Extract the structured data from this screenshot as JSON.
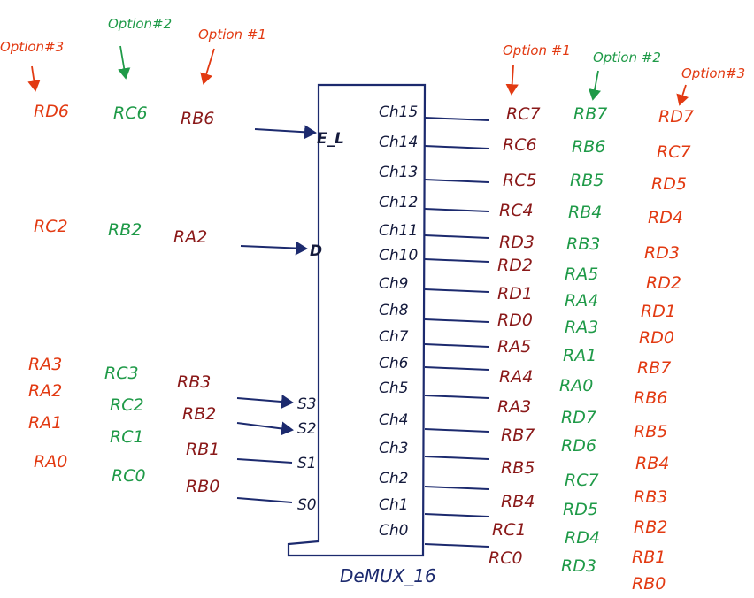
{
  "block": {
    "title": "DeMUX_16",
    "inputs": {
      "enable": "E_L",
      "data": "D",
      "selects": [
        "S3",
        "S2",
        "S1",
        "S0"
      ]
    },
    "channels": [
      "Ch15",
      "Ch14",
      "Ch13",
      "Ch12",
      "Ch11",
      "Ch10",
      "Ch9",
      "Ch8",
      "Ch7",
      "Ch6",
      "Ch5",
      "Ch4",
      "Ch3",
      "Ch2",
      "Ch1",
      "Ch0"
    ]
  },
  "left_headers": [
    "Option#3",
    "Option#2",
    "Option #1"
  ],
  "left_options": {
    "option3": {
      "enable": "RD6",
      "data": "RC2",
      "selects": [
        "RA3",
        "RA2",
        "RA1",
        "RA0"
      ]
    },
    "option2": {
      "enable": "RC6",
      "data": "RB2",
      "selects": [
        "RC3",
        "RC2",
        "RC1",
        "RC0"
      ]
    },
    "option1": {
      "enable": "RB6",
      "data": "RA2",
      "selects": [
        "RB3",
        "RB2",
        "RB1",
        "RB0"
      ]
    }
  },
  "right_headers": [
    "Option #1",
    "Option #2",
    "Option#3"
  ],
  "right_options": {
    "option1": [
      "RC7",
      "RC6",
      "RC5",
      "RC4",
      "RD3",
      "RD2",
      "RD1",
      "RD0",
      "RA5",
      "RA4",
      "RA3",
      "RB7",
      "RB5",
      "RB4",
      "RC1",
      "RC0"
    ],
    "option2": [
      "RB7",
      "RB6",
      "RB5",
      "RB4",
      "RB3",
      "RA5",
      "RA4",
      "RA3",
      "RA1",
      "RA0",
      "RD7",
      "RD6",
      "RC7",
      "RD5",
      "RD4",
      "RD3"
    ],
    "option3": [
      "RD7",
      "RC7",
      "RD5",
      "RD4",
      "RD3",
      "RD2",
      "RD1",
      "RD0",
      "RB7",
      "RB6",
      "RB5",
      "RB4",
      "RB3",
      "RB2",
      "RB1",
      "RB0"
    ]
  },
  "colors": {
    "option3": "#e23a12",
    "option2": "#1f9a48",
    "option1": "#8a1919",
    "wire": "#1c2a6e"
  }
}
